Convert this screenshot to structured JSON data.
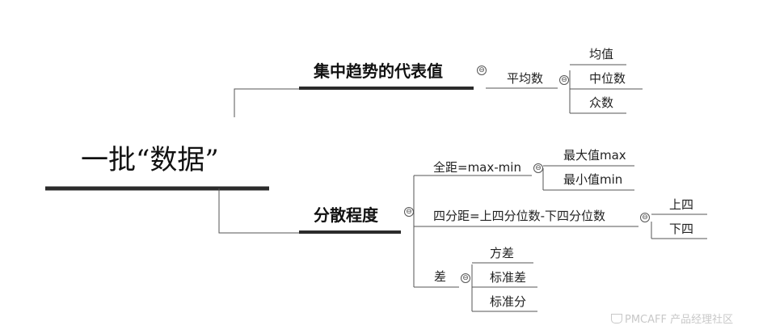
{
  "mindmap": {
    "root": "一批“数据”",
    "branches": [
      {
        "label": "集中趋势的代表值",
        "children": [
          {
            "label": "平均数",
            "children": [
              "均值",
              "中位数",
              "众数"
            ]
          }
        ]
      },
      {
        "label": "分散程度",
        "children": [
          {
            "label": "全距=max-min",
            "children": [
              "最大值max",
              "最小值min"
            ]
          },
          {
            "label": "四分距=上四分位数-下四分位数",
            "children": [
              "上四",
              "下四"
            ]
          },
          {
            "label": "差",
            "children": [
              "方差",
              "标准差",
              "标准分"
            ]
          }
        ]
      }
    ],
    "collapse_symbol": "⊖"
  },
  "watermark": {
    "brand": "PMCAFF",
    "text": "产品经理社区"
  }
}
